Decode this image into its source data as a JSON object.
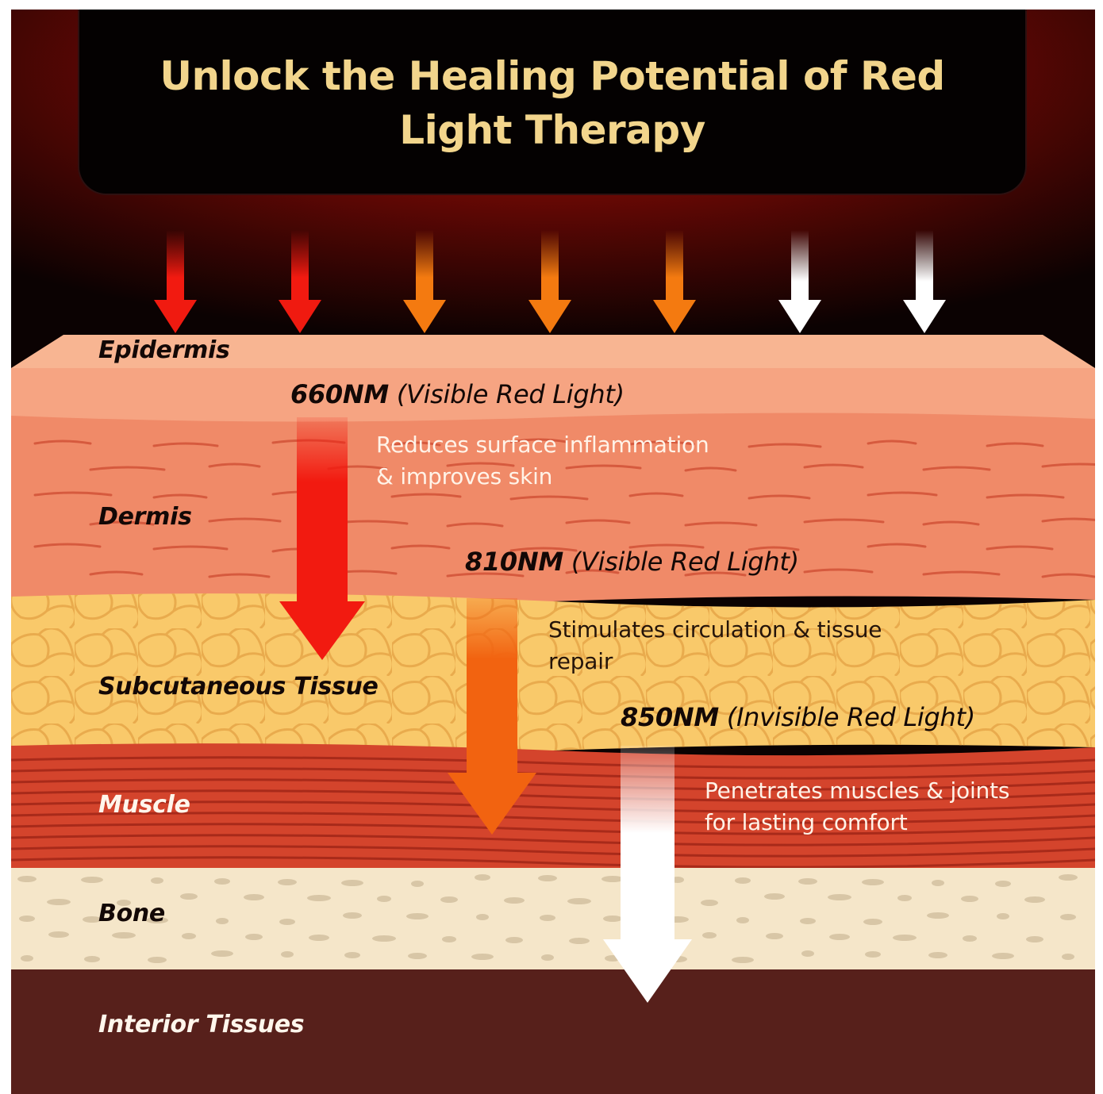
{
  "header": {
    "title": "Unlock the Healing Potential of Red Light Therapy"
  },
  "incoming_arrows": [
    {
      "color": "#f01a10"
    },
    {
      "color": "#f01a10"
    },
    {
      "color": "#f47a10"
    },
    {
      "color": "#f47a10"
    },
    {
      "color": "#f47a10"
    },
    {
      "color": "#ffffff"
    },
    {
      "color": "#ffffff"
    }
  ],
  "layers": {
    "epidermis": {
      "label": "Epidermis",
      "color": "#f6a482"
    },
    "dermis": {
      "label": "Dermis",
      "color": "#f08a68"
    },
    "subcutaneous": {
      "label": "Subcutaneous Tissue",
      "color": "#f9c96a"
    },
    "muscle": {
      "label": "Muscle",
      "color": "#d4442c"
    },
    "bone": {
      "label": "Bone",
      "color": "#f5e6c9"
    },
    "interior": {
      "label": "Interior Tissues",
      "color": "#57201b"
    }
  },
  "wavelengths": [
    {
      "nm": "660NM",
      "description": "(Visible Red Light)",
      "benefit_line1": "Reduces surface inflammation",
      "benefit_line2": "& improves skin",
      "color": "#f21a10"
    },
    {
      "nm": "810NM",
      "description": "(Visible Red Light)",
      "benefit_line1": "Stimulates circulation & tissue",
      "benefit_line2": "repair",
      "color": "#f26310"
    },
    {
      "nm": "850NM",
      "description": "(Invisible Red Light)",
      "benefit_line1": "Penetrates muscles & joints",
      "benefit_line2": "for lasting comfort",
      "color": "#ffffff"
    }
  ]
}
